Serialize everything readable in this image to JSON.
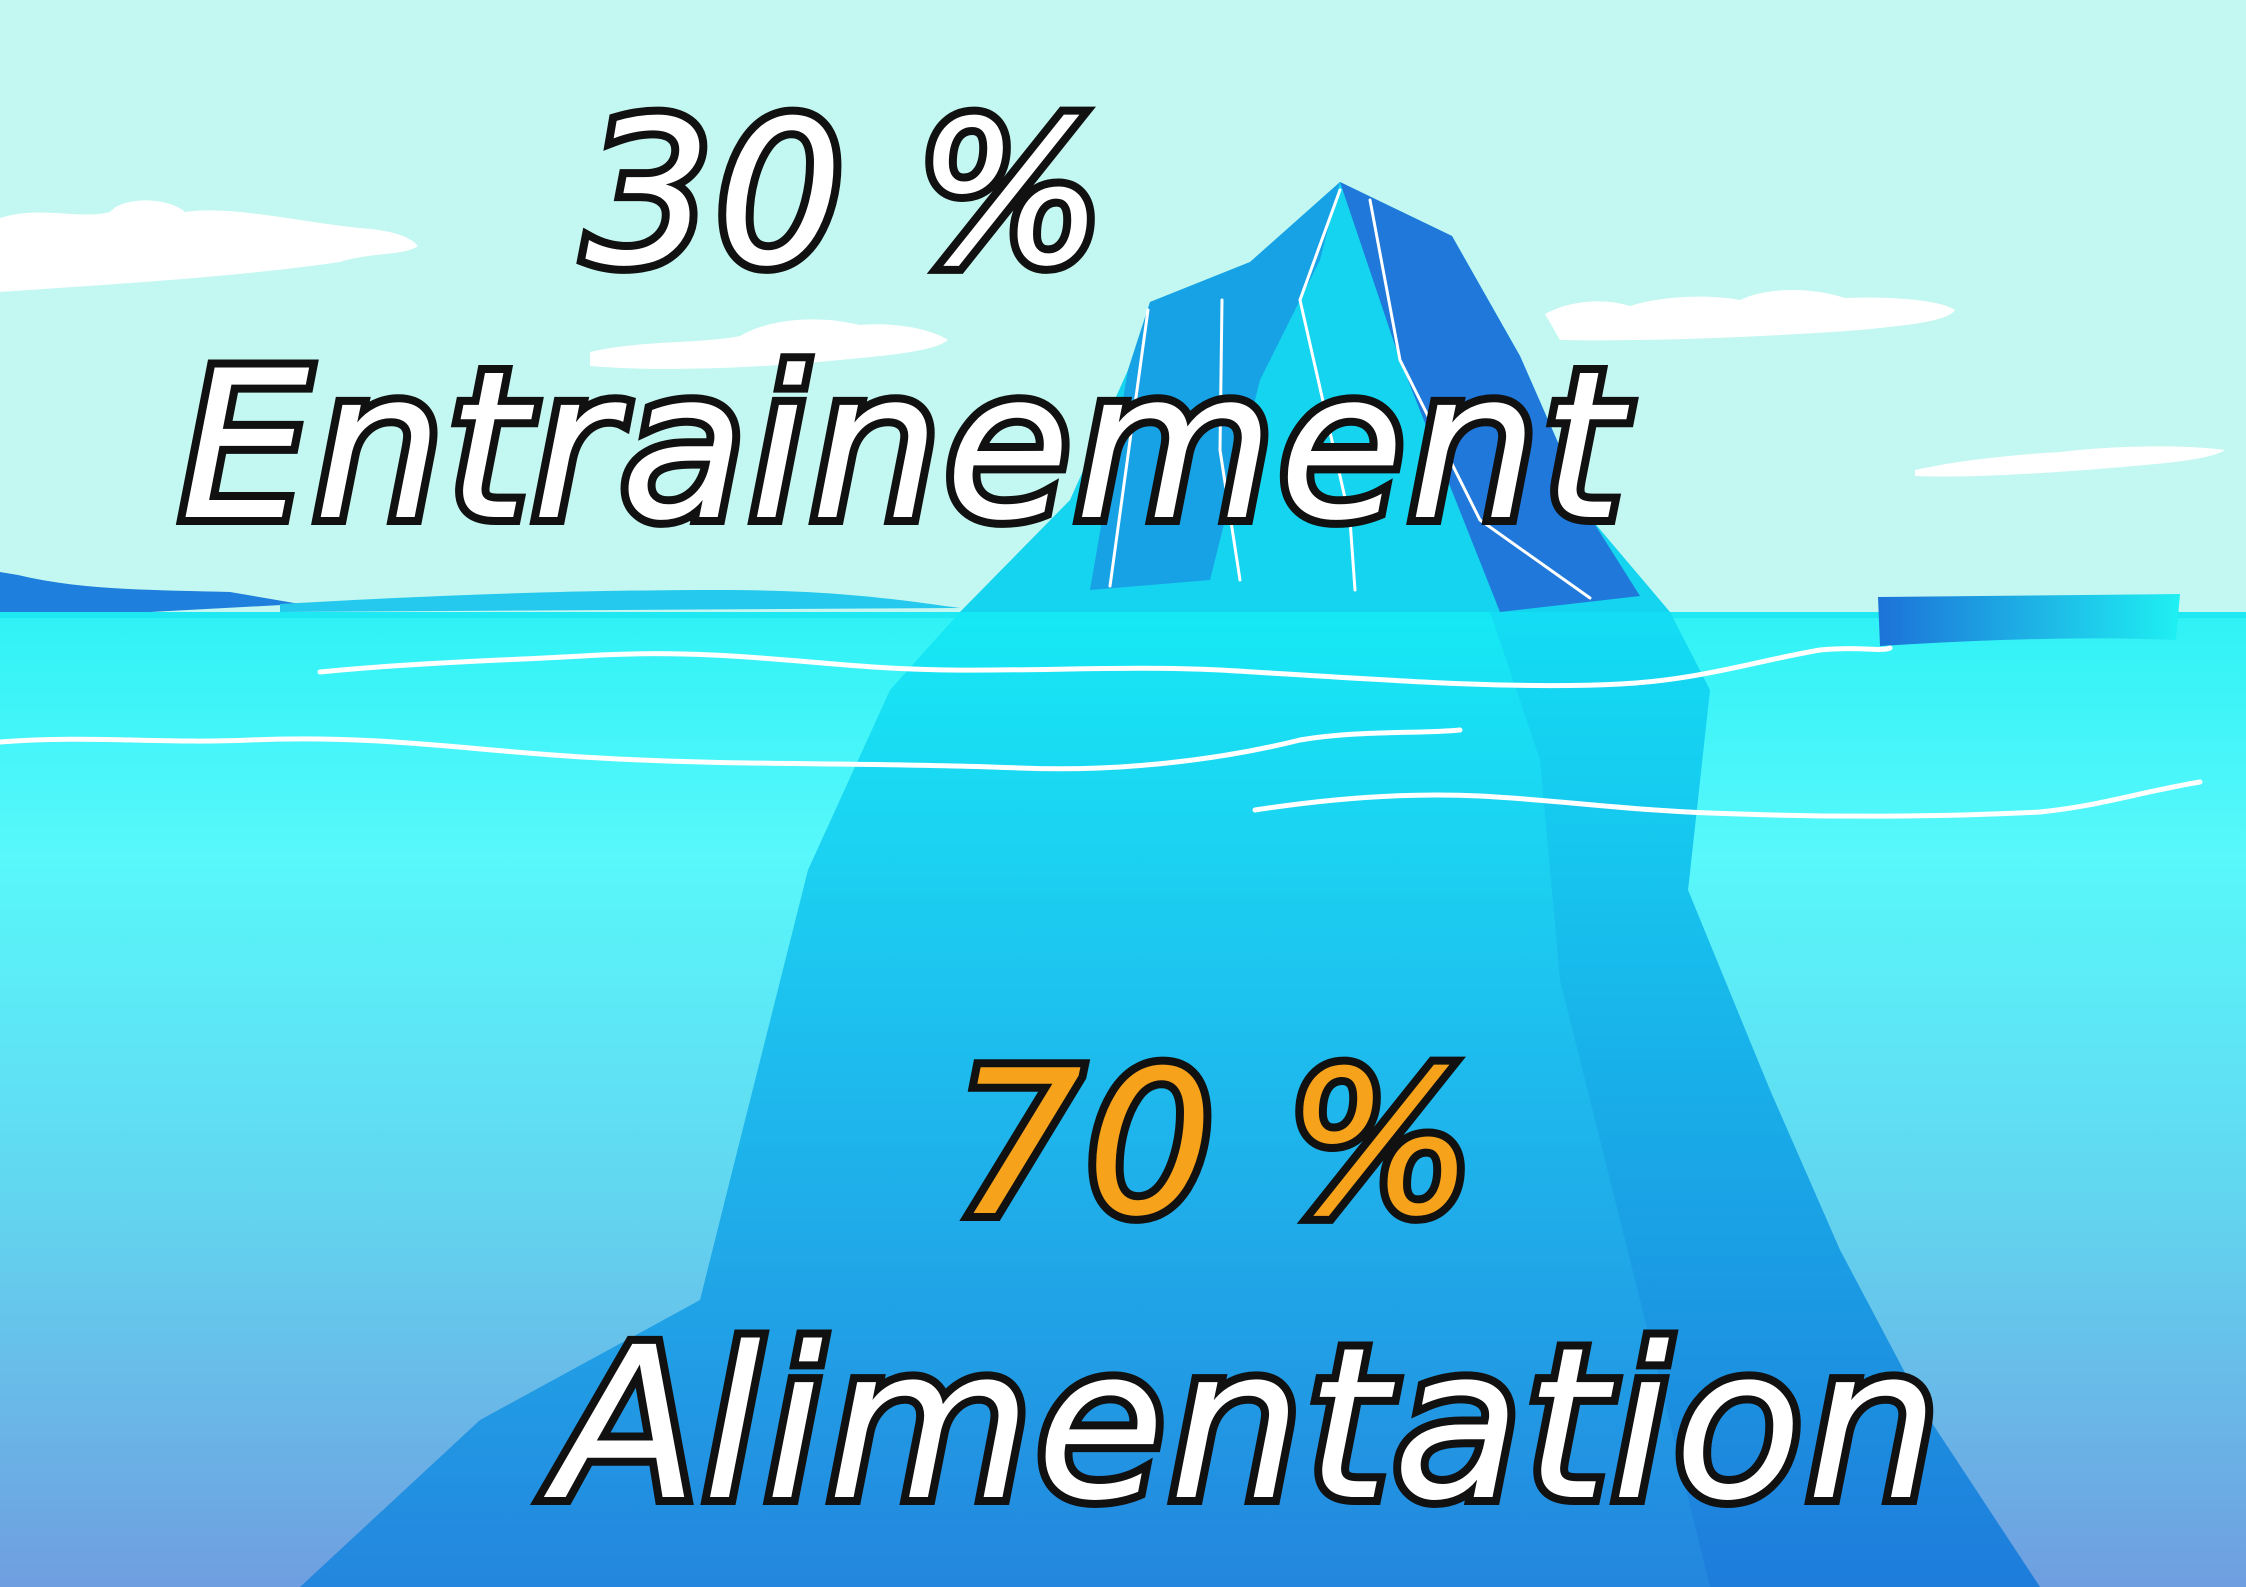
{
  "top": {
    "percent": "30 %",
    "label": "Entrainement"
  },
  "bottom": {
    "percent": "70 %",
    "label": "Alimentation"
  },
  "colors": {
    "sky": "#c3f7f1",
    "sea_surface": "#2ef0f5",
    "sea_deep": "#6f9ee0",
    "iceberg": "#1c8ae0",
    "iceberg_shadow": "#1a6fd6",
    "text_main": "#ffffff",
    "text_accent": "#f7a21b",
    "text_outline": "#111111"
  }
}
